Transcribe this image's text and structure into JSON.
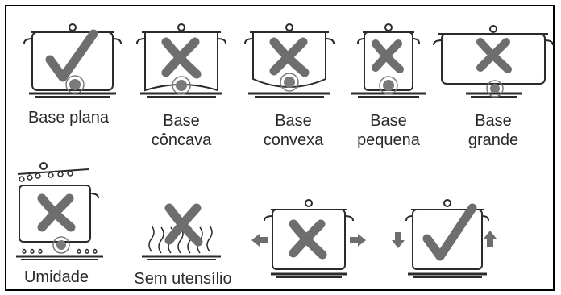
{
  "colors": {
    "line": "#2b2b2b",
    "mark": "#6e6e6e",
    "burner_dot": "#7a7a7a",
    "border": "#000000"
  },
  "panels": [
    {
      "id": "base-plana",
      "label_lines": [
        "Base plana"
      ],
      "mark": "check-icon"
    },
    {
      "id": "base-concava",
      "label_lines": [
        "Base",
        "côncava"
      ],
      "mark": "cross-icon"
    },
    {
      "id": "base-convexa",
      "label_lines": [
        "Base",
        "convexa"
      ],
      "mark": "cross-icon"
    },
    {
      "id": "base-pequena",
      "label_lines": [
        "Base",
        "pequena"
      ],
      "mark": "cross-icon"
    },
    {
      "id": "base-grande",
      "label_lines": [
        "Base",
        "grande"
      ],
      "mark": "cross-icon"
    },
    {
      "id": "umidade",
      "label_lines": [
        "Umidade"
      ],
      "mark": "cross-icon"
    },
    {
      "id": "sem-utensilio",
      "label_lines": [
        "Sem utensílio"
      ],
      "mark": "cross-icon"
    },
    {
      "id": "pot-off-center",
      "label_lines": [],
      "mark": "cross-icon"
    },
    {
      "id": "pot-centered",
      "label_lines": [],
      "mark": "check-icon"
    }
  ]
}
